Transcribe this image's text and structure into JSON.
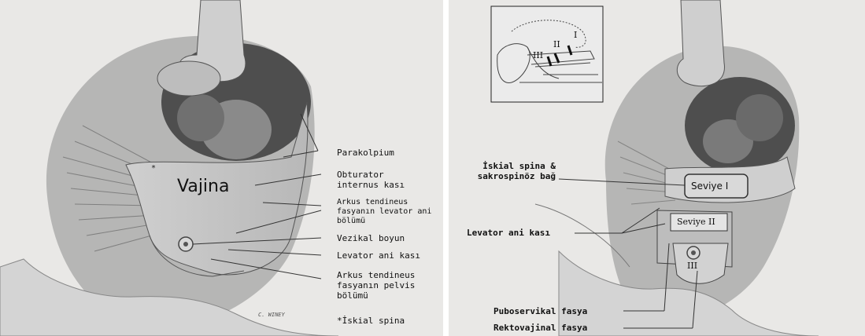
{
  "left": {
    "vagina_label": "Vajina",
    "labels": [
      {
        "id": "parakolpium",
        "text": "Parakolpium"
      },
      {
        "id": "obturator",
        "text": "Obturator\ninternus kası"
      },
      {
        "id": "arkus_levator",
        "text": "Arkus tendineus\nfasyanın levator ani\nbölümü"
      },
      {
        "id": "vezikal",
        "text": "Vezikal boyun"
      },
      {
        "id": "levator",
        "text": "Levator ani kası"
      },
      {
        "id": "arkus_pelvis",
        "text": "Arkus tendineus\nfasyanın pelvis\nbölümü"
      },
      {
        "id": "iskial_note",
        "text": "*İskial spina"
      }
    ],
    "signature": "C. WINEY"
  },
  "right": {
    "labels": [
      {
        "id": "iskial",
        "text": "İskial spina &\nsakrospinöz bağ"
      },
      {
        "id": "levator",
        "text": "Levator ani kası"
      },
      {
        "id": "puboservikal",
        "text": "Puboservikal fasya"
      },
      {
        "id": "rektovajinal",
        "text": "Rektovajinal fasya"
      }
    ],
    "levels": {
      "one": "Seviye I",
      "two": "Seviye II",
      "three": "III"
    },
    "inset_levels": {
      "one": "I",
      "two": "II",
      "three": "III"
    }
  }
}
